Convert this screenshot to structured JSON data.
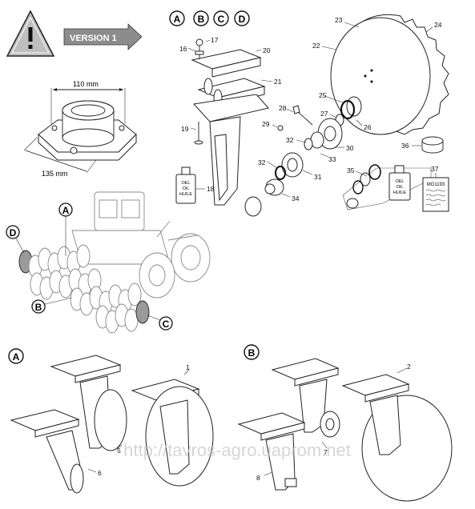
{
  "warning": {
    "icon": "warning-triangle-icon",
    "version_label": "VERSION 1"
  },
  "variant_labels": [
    "A",
    "B",
    "C",
    "D"
  ],
  "flange": {
    "width_label": "110 mm",
    "length_label": "135 mm"
  },
  "parts": {
    "p16": "16",
    "p17": "17",
    "p18": "18",
    "p19": "19",
    "p20": "20",
    "p21": "21",
    "p22": "22",
    "p23": "23",
    "p24": "24",
    "p25": "25",
    "p26": "26",
    "p27": "27",
    "p28": "28",
    "p29": "29",
    "p30": "30",
    "p31": "31",
    "p32": "32",
    "p33": "33",
    "p34": "34",
    "p35": "35",
    "p36": "36",
    "p37": "37",
    "p1": "1",
    "p2": "2",
    "p5": "5",
    "p6": "6",
    "p7": "7",
    "p8": "8"
  },
  "oil_bottle_lines": [
    "OEL",
    "OIL",
    "HUILE"
  ],
  "manual": {
    "code": "MG1193"
  },
  "tractor": {
    "label_a": "A",
    "label_b": "B",
    "label_c": "C",
    "label_d": "D"
  },
  "sections": {
    "a": "A",
    "b": "B"
  },
  "watermark": "http://tavros-agro.uaprom.net",
  "colors": {
    "disc_highlight": "#9a9a9a",
    "line": "#222222",
    "watermark": "#c8c8c8"
  }
}
